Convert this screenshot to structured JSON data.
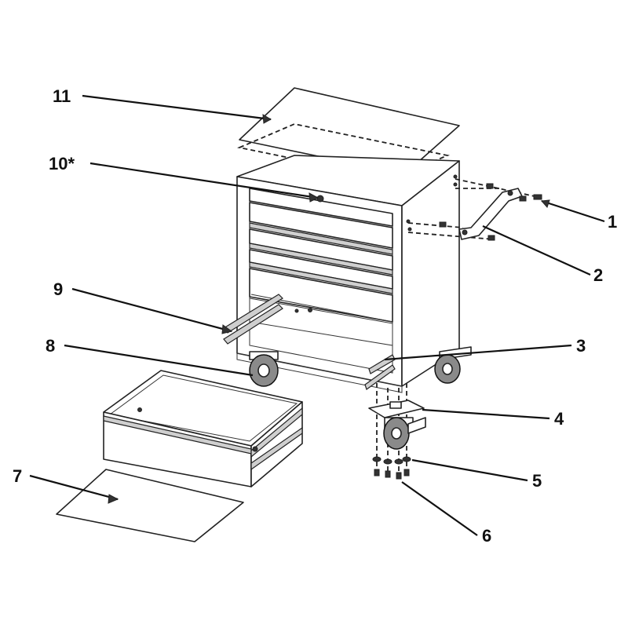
{
  "diagram": {
    "callouts": [
      {
        "id": "c1",
        "label": "1"
      },
      {
        "id": "c2",
        "label": "2"
      },
      {
        "id": "c3",
        "label": "3"
      },
      {
        "id": "c4",
        "label": "4"
      },
      {
        "id": "c5",
        "label": "5"
      },
      {
        "id": "c6",
        "label": "6"
      },
      {
        "id": "c7",
        "label": "7"
      },
      {
        "id": "c8",
        "label": "8"
      },
      {
        "id": "c9",
        "label": "9"
      },
      {
        "id": "c10",
        "label": "10*"
      },
      {
        "id": "c11",
        "label": "11"
      }
    ]
  }
}
